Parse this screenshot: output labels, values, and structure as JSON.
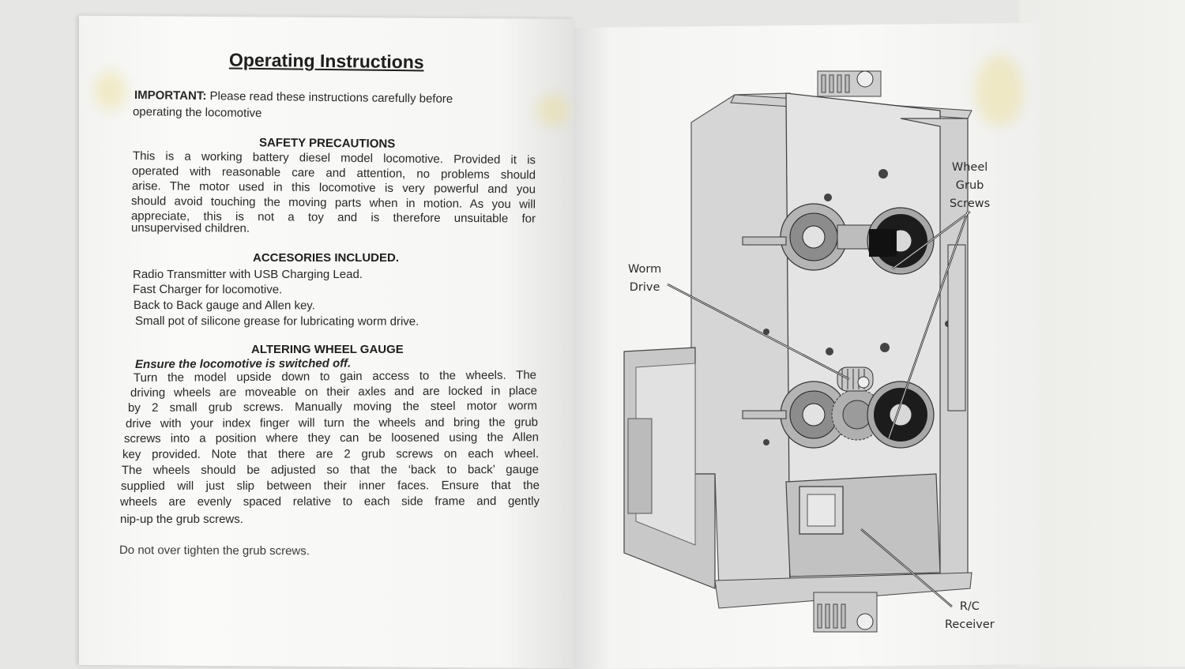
{
  "document": {
    "title": "Operating Instructions",
    "important": {
      "label": "IMPORTANT:",
      "text_line1": " Please read these instructions carefully before",
      "text_line2": "operating the locomotive"
    },
    "safety": {
      "heading": "SAFETY PRECAUTIONS",
      "lines": [
        "This is a working battery diesel model locomotive. Provided it is",
        "operated with reasonable care and attention, no problems should",
        "arise. The motor used in this locomotive is very powerful and you",
        "should avoid touching the moving parts when in motion. As you will",
        "appreciate, this is not a toy and is therefore unsuitable for",
        "unsupervised children."
      ]
    },
    "accessories": {
      "heading": "ACCESORIES INCLUDED.",
      "items": [
        "Radio Transmitter with USB Charging Lead.",
        "Fast Charger for locomotive.",
        "Back to Back gauge and Allen key.",
        "Small pot of silicone grease for lubricating worm drive."
      ]
    },
    "gauge": {
      "heading": "ALTERING WHEEL GAUGE",
      "warning": "Ensure the locomotive is switched off.",
      "lines": [
        "Turn the model upside down to gain access to the wheels. The",
        "driving wheels are moveable on their axles and are locked in place",
        "by 2 small grub screws. Manually moving the steel motor worm",
        "drive with your index finger will turn the wheels and bring the grub",
        "screws into a position where they can be loosened using the Allen",
        "key provided. Note that there are 2 grub screws on each wheel.",
        "The wheels should be adjusted so that the ‘back to back’ gauge",
        "supplied will just slip between their inner faces. Ensure that the",
        "wheels are evenly spaced relative to each side frame and gently",
        "nip-up the grub screws."
      ],
      "final_note": "Do not over tighten the grub screws."
    }
  },
  "diagram": {
    "labels": {
      "wheel_grub_screws": [
        "Wheel",
        "Grub",
        "Screws"
      ],
      "worm_drive": [
        "Worm",
        "Drive"
      ],
      "rc_receiver": [
        "R/C",
        "Receiver"
      ]
    },
    "colors": {
      "frame": "#d8d8d8",
      "frame_dark": "#9a9a9a",
      "wheel_dark": "#1c1c1c",
      "gear": "#b0b0b0",
      "line": "#2a2a2a"
    }
  }
}
